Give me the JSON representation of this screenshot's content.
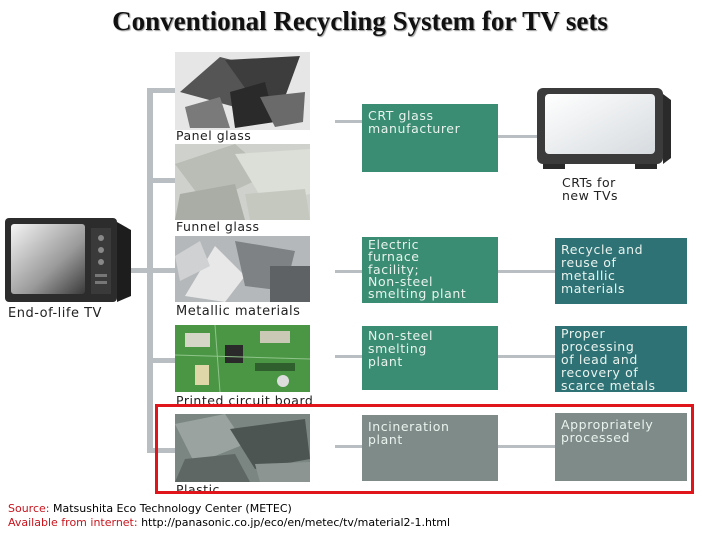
{
  "title": "Conventional Recycling System for TV sets",
  "source": {
    "tv_label": "End-of-life TV"
  },
  "components": [
    {
      "label": "Panel glass",
      "photo_icon": "panel-glass-photo"
    },
    {
      "label": "Funnel glass",
      "photo_icon": "funnel-glass-photo"
    },
    {
      "label": "Metallic materials",
      "photo_icon": "metallic-materials-photo"
    },
    {
      "label": "Printed circuit board",
      "photo_icon": "circuit-board-photo"
    },
    {
      "label": "Plastic",
      "photo_icon": "plastic-photo"
    }
  ],
  "processes": [
    {
      "lines": [
        "CRT glass",
        "manufacturer"
      ]
    },
    {
      "lines": [
        "Electric",
        "furnace",
        "facility;",
        "Non-steel",
        "smelting plant"
      ]
    },
    {
      "lines": [
        "Non-steel",
        "smelting",
        "plant"
      ]
    },
    {
      "lines": [
        "Incineration",
        "plant"
      ]
    }
  ],
  "outcomes": [
    {
      "lines": [
        "CRTs for",
        "new TVs"
      ]
    },
    {
      "lines": [
        "Recycle and",
        "reuse of",
        "metallic",
        "materials"
      ]
    },
    {
      "lines": [
        "Proper",
        "processing",
        "of lead and",
        "recovery of",
        "scarce metals"
      ]
    },
    {
      "lines": [
        "Appropriately",
        "processed"
      ]
    }
  ],
  "footer": {
    "source_key": "Source:",
    "source_value": " Matsushita Eco Technology Center (METEC)",
    "url_key": "Available from internet:",
    "url_value": " http://panasonic.co.jp/eco/en/metec/tv/material2-1.html"
  },
  "colors": {
    "process_box": "#3a8c72",
    "outcome_box": "#2f7276",
    "plastic_box": "#7f8b89",
    "highlight": "#e0141b"
  }
}
